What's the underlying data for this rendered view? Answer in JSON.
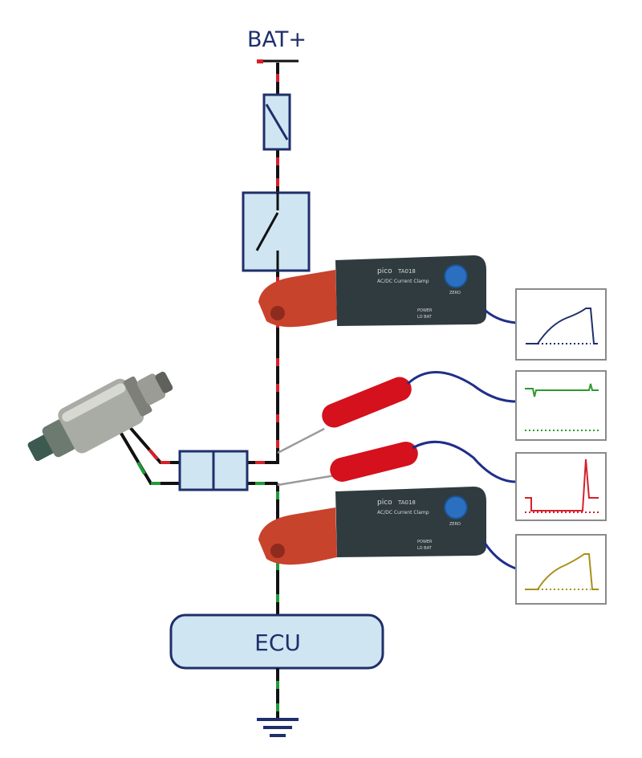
{
  "labels": {
    "supply": "BAT+",
    "ecu": "ECU"
  },
  "clamps": [
    {
      "brand": "pico",
      "model": "TA018",
      "type": "AC/DC Current Clamp",
      "power": "POWER",
      "lo_bat": "LO BAT",
      "zero": "ZERO"
    },
    {
      "brand": "pico",
      "model": "TA018",
      "type": "AC/DC Current Clamp",
      "power": "POWER",
      "lo_bat": "LO BAT",
      "zero": "ZERO"
    }
  ],
  "colors": {
    "wire_outline": "#1f2f6b",
    "box_fill": "#cfe6f2",
    "wire_red": "#d6202a",
    "wire_green": "#1f9a3a",
    "wire_black": "#111111",
    "probe_red": "#d4111c",
    "clamp_red": "#c8432c",
    "clamp_body": "#2f3b3f",
    "clamp_button": "#2a6fc0",
    "lead_blue": "#1f2f8a",
    "trace_blue": "#1f2f6b",
    "trace_green": "#2e9a2e",
    "trace_red": "#d6202a",
    "trace_gold": "#a8901a",
    "scope_frame": "#8a8a8a"
  },
  "components": {
    "fuse": "fuse",
    "switch": "ignition-switch",
    "injector": "fuel-injector",
    "connector": "injector-connector",
    "ground": "ground-symbol"
  }
}
